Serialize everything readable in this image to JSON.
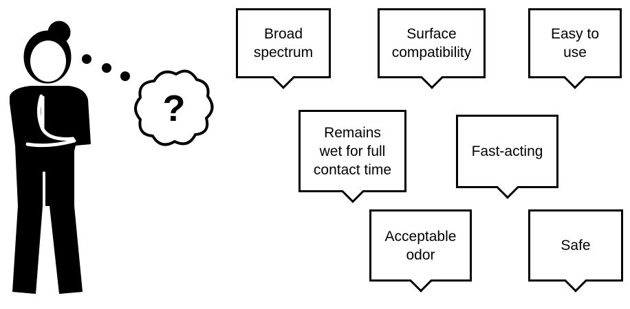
{
  "colors": {
    "ink": "#000000",
    "background": "#ffffff"
  },
  "person": {
    "icon": "thinking-person-icon"
  },
  "thought": {
    "icon": "question-mark-icon",
    "symbol": "?"
  },
  "bubbles": [
    {
      "id": "broad-spectrum",
      "label": "Broad\nspectrum"
    },
    {
      "id": "surface-compatibility",
      "label": "Surface\ncompatibility"
    },
    {
      "id": "easy-to-use",
      "label": "Easy to\nuse"
    },
    {
      "id": "remains-wet",
      "label": "Remains\nwet for full\ncontact time"
    },
    {
      "id": "fast-acting",
      "label": "Fast-acting"
    },
    {
      "id": "acceptable-odor",
      "label": "Acceptable\nodor"
    },
    {
      "id": "safe",
      "label": "Safe"
    }
  ]
}
